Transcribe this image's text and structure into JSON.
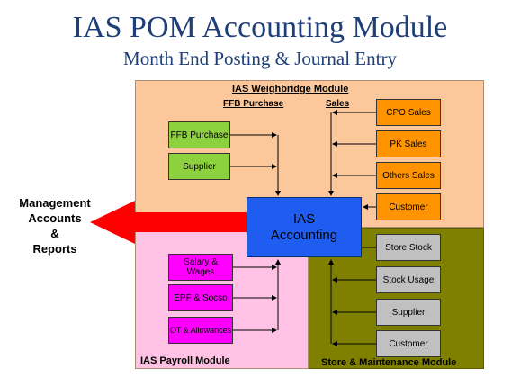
{
  "title": "IAS POM Accounting Module",
  "subtitle": "Month End Posting & Journal Entry",
  "weighbridge": {
    "header": "IAS Weighbridge Module",
    "ffb_header": "FFB Purchase",
    "sales_header": "Sales",
    "left_boxes": [
      "FFB Purchase",
      "Supplier"
    ],
    "right_boxes": [
      "CPO Sales",
      "PK Sales",
      "Others Sales",
      "Customer"
    ]
  },
  "center": {
    "line1": "IAS",
    "line2": "Accounting"
  },
  "management": {
    "line1": "Management",
    "line2": "Accounts",
    "line3": "&",
    "line4": "Reports"
  },
  "payroll": {
    "header": "IAS Payroll Module",
    "boxes": [
      "Salary & Wages",
      "EPF & Socso",
      "OT & Allowances"
    ]
  },
  "store": {
    "header": "Store & Maintenance Module",
    "boxes": [
      "Store Stock",
      "Stock Usage",
      "Supplier",
      "Customer"
    ]
  },
  "colors": {
    "weighbridge_bg": "#fcc89b",
    "payroll_bg": "#ffc2e5",
    "store_bg": "#808000",
    "ias_box": "#1f5cf0",
    "arrow": "#ff0000",
    "green_box": "#8ed13f",
    "orange_box": "#ff9400",
    "magenta_box": "#ff00ff",
    "gray_box": "#c0c0c0"
  }
}
